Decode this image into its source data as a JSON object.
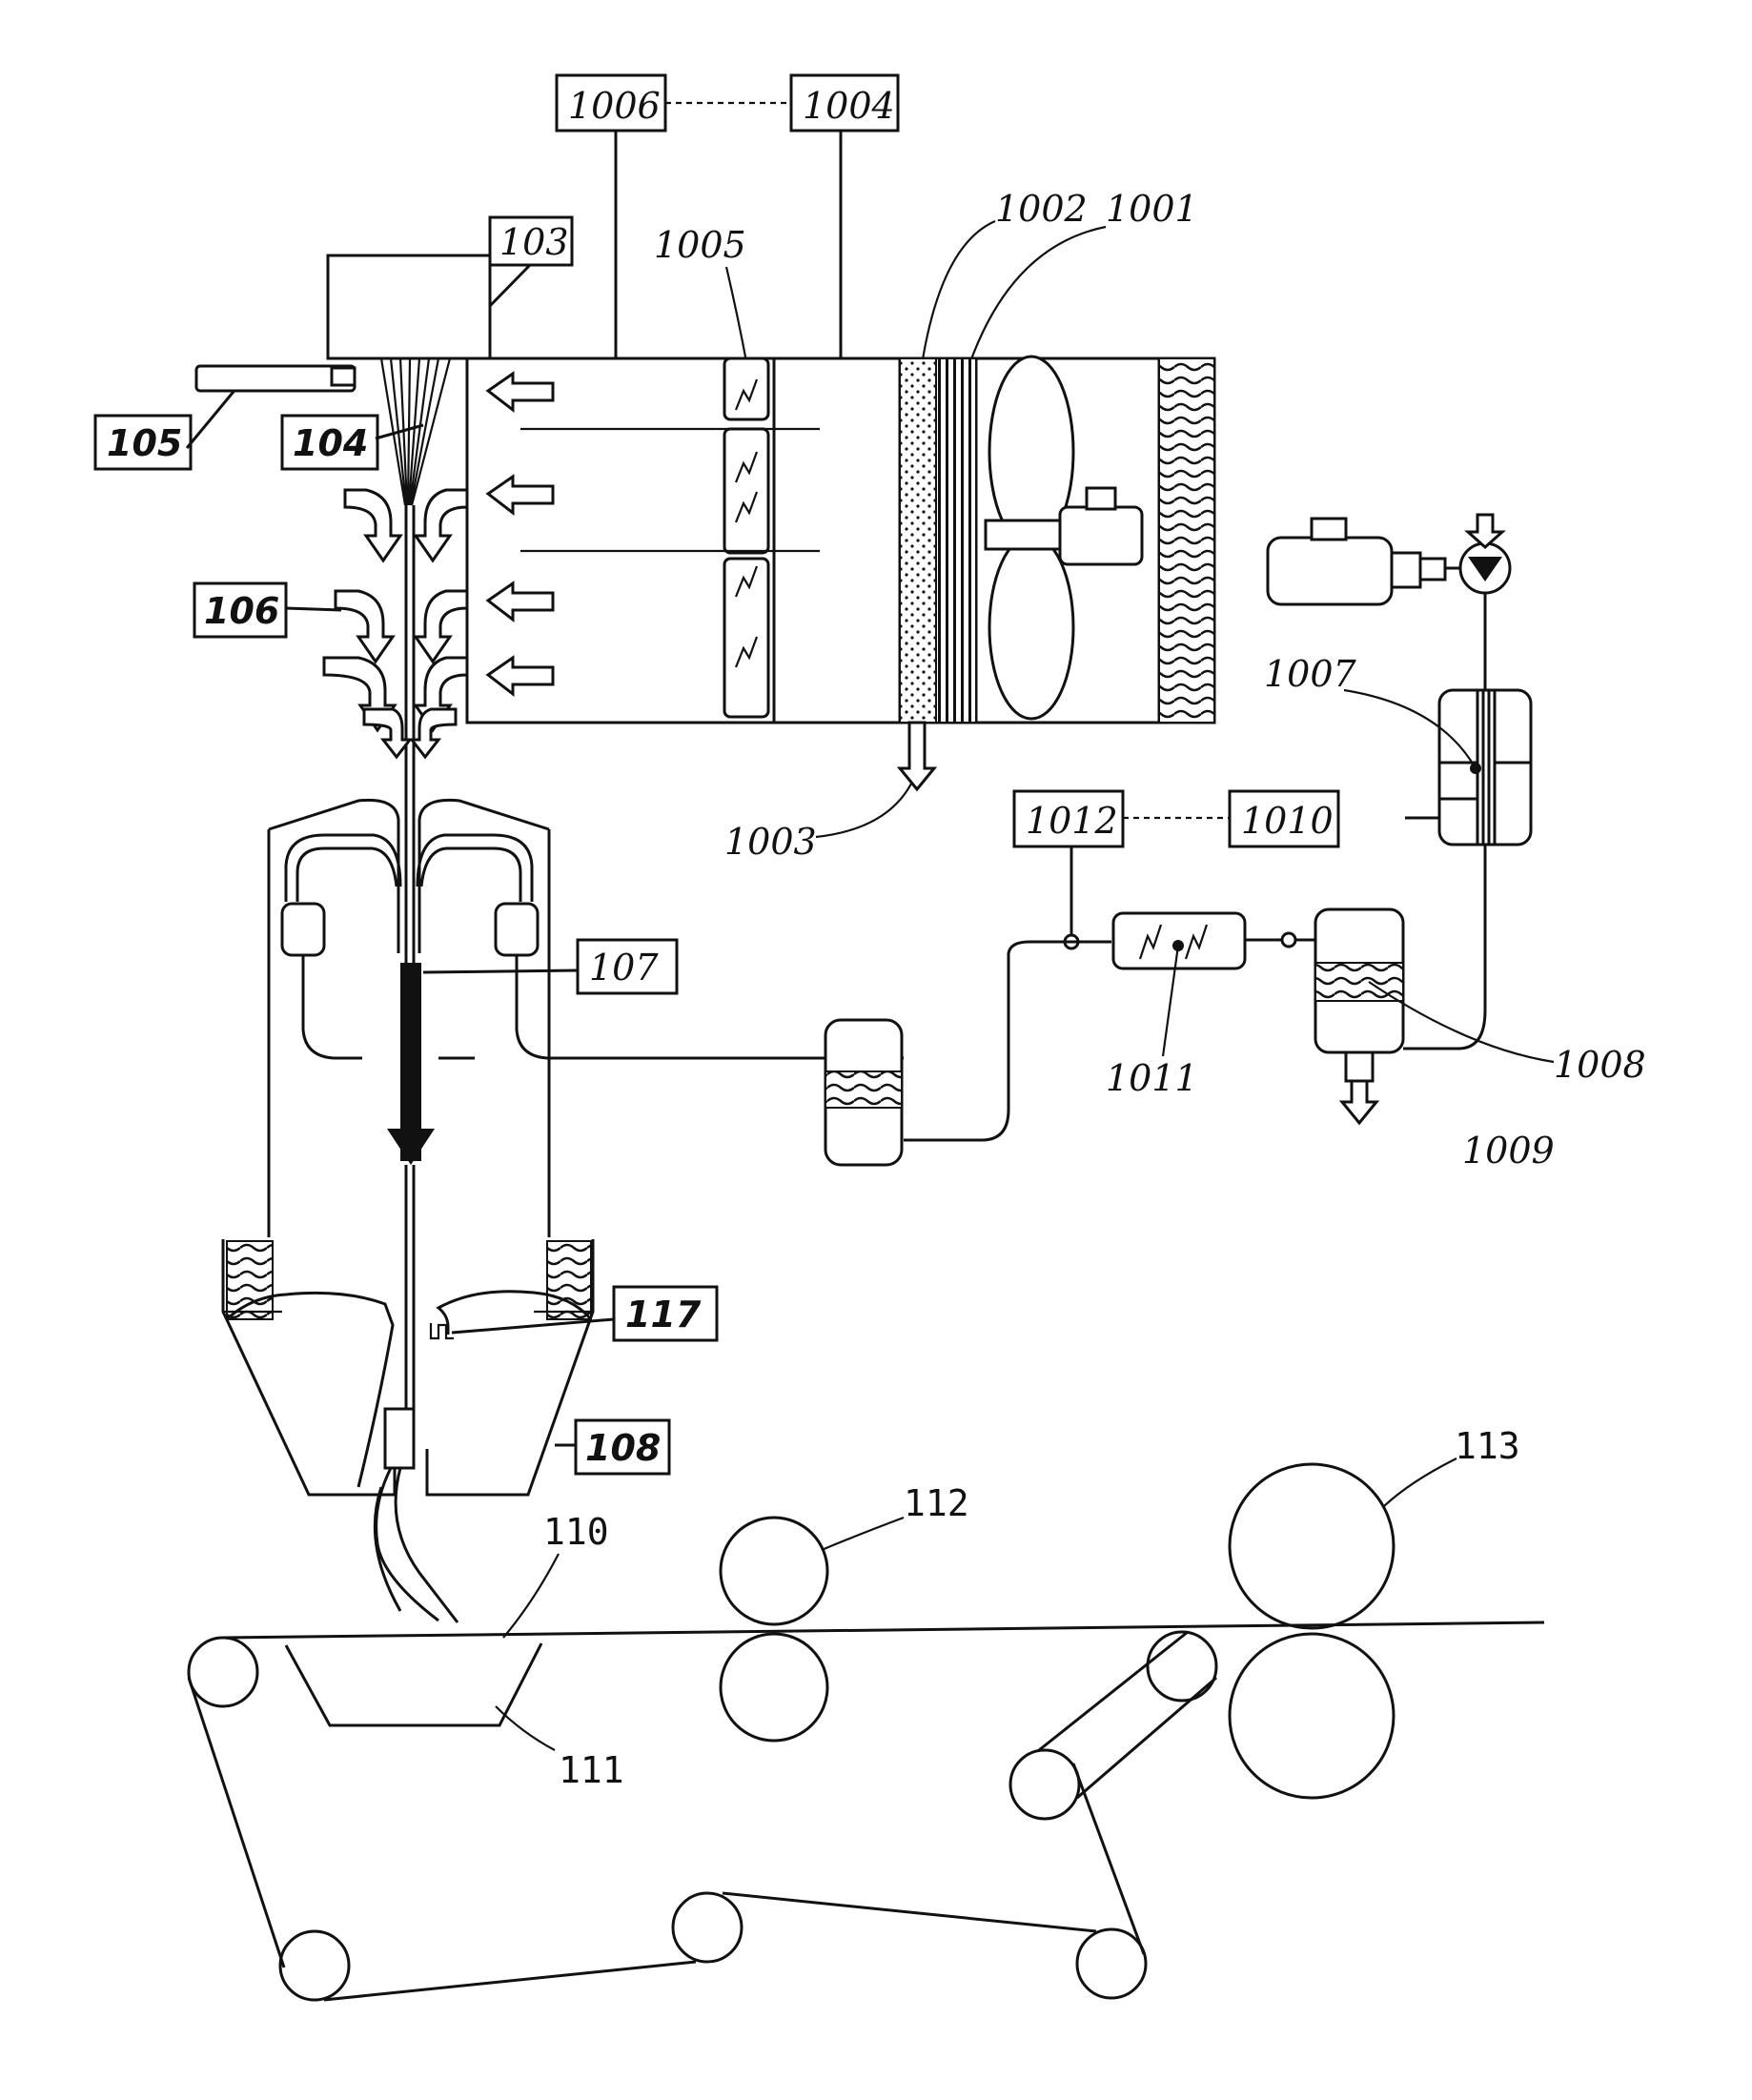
{
  "labels": {
    "l1006": "1006",
    "l1004": "1004",
    "l103": "103",
    "l1005": "1005",
    "l1002": "1002",
    "l1001": "1001",
    "l105": "105",
    "l104": "104",
    "l106": "106",
    "l1007": "1007",
    "l1003": "1003",
    "l1012": "1012",
    "l1010": "1010",
    "l107": "107",
    "l1011": "1011",
    "l1008": "1008",
    "l1009": "1009",
    "l117": "117",
    "l108": "108",
    "l113": "113",
    "l112": "112",
    "l110": "110",
    "l111": "111"
  }
}
